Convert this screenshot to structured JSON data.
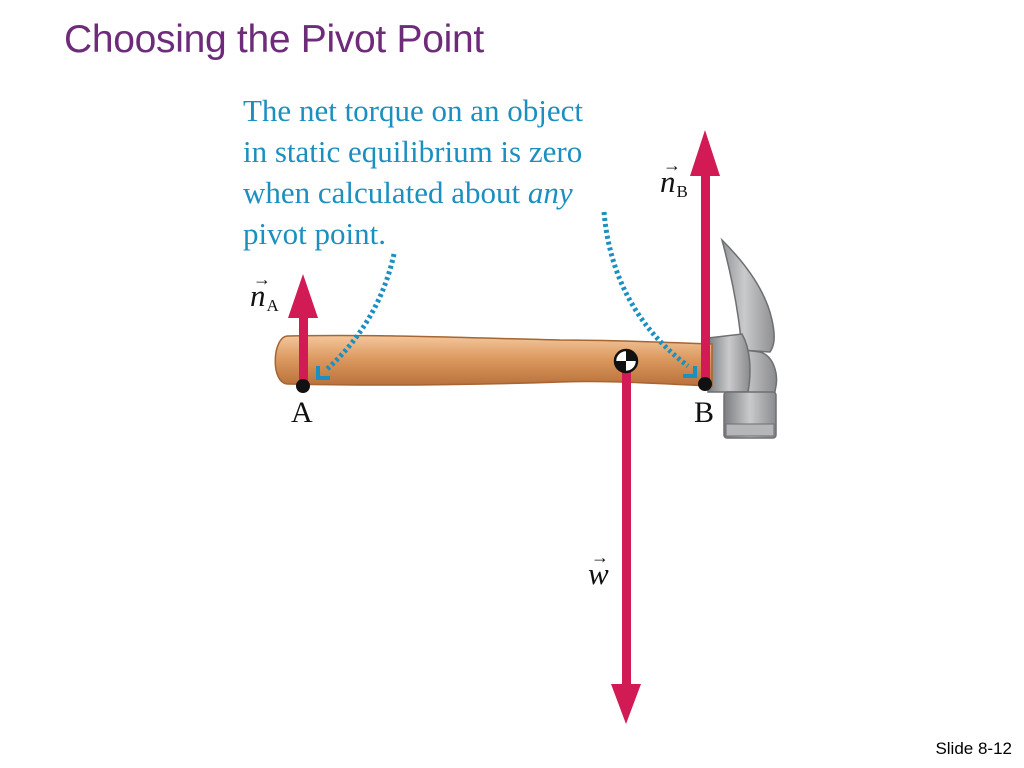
{
  "title": "Choosing the Pivot Point",
  "caption": {
    "line1": "The net torque on an object",
    "line2": "in static equilibrium is zero",
    "line3_before": "when calculated about ",
    "line3_emphasis": "any",
    "line4": "pivot point."
  },
  "forces": {
    "nA": {
      "symbol": "n",
      "subscript": "A"
    },
    "nB": {
      "symbol": "n",
      "subscript": "B"
    },
    "w": {
      "symbol": "w"
    },
    "vector_arrow": "→"
  },
  "points": {
    "A": "A",
    "B": "B"
  },
  "slide_number": "Slide 8-12",
  "colors": {
    "title": "#6d2b7a",
    "caption": "#1b8fc0",
    "force_arrow": "#d21a55",
    "handle": "#d08a4e",
    "hammer_head": "#a8a9ab",
    "pointer": "#1b8fc0"
  }
}
